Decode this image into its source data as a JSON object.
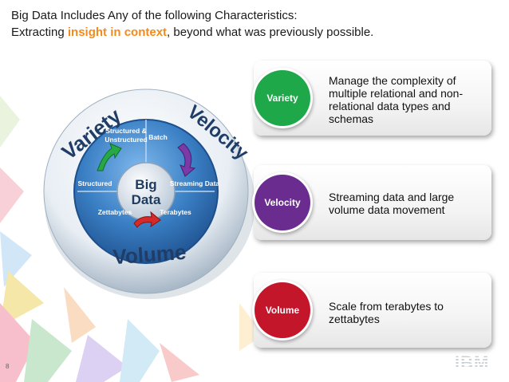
{
  "title": {
    "line1": "Big Data Includes Any of the following Characteristics:",
    "line2_prefix": "Extracting ",
    "line2_highlight": "insight in context",
    "line2_suffix": ", beyond what was previously possible."
  },
  "wheel": {
    "center_line1": "Big",
    "center_line2": "Data",
    "arc_variety": "Variety",
    "arc_velocity": "Velocity",
    "arc_volume": "Volume",
    "segments": {
      "structured_unstructured_1": "Structured &",
      "structured_unstructured_2": "Unstructured",
      "batch": "Batch",
      "structured": "Structured",
      "streaming": "Streaming Data",
      "zettabytes": "Zettabytes",
      "terabytes": "Terabytes"
    }
  },
  "cards": [
    {
      "label": "Variety",
      "color": "#1fa84a",
      "text": "Manage the complexity of multiple relational and non-relational data types and schemas"
    },
    {
      "label": "Velocity",
      "color": "#6b2c8f",
      "text": "Streaming data and large volume data movement"
    },
    {
      "label": "Volume",
      "color": "#c4162b",
      "text": "Scale from terabytes to zettabytes"
    }
  ],
  "page_number": "8",
  "logo": "IBM",
  "colors": {
    "accent": "#f28b1e",
    "wheel_blue": "#3a7fc4"
  }
}
